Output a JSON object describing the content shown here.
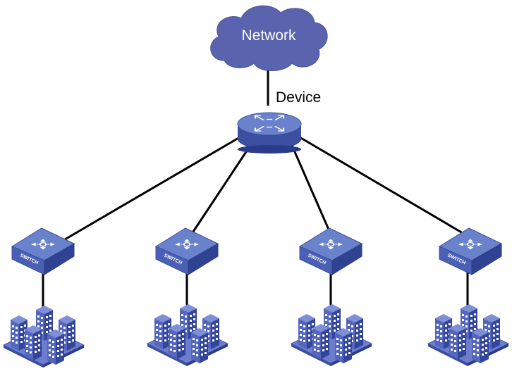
{
  "network": {
    "label": "Network"
  },
  "device": {
    "label": "Device"
  },
  "switches": [
    {
      "label": "SWITCH"
    },
    {
      "label": "SWITCH"
    },
    {
      "label": "SWITCH"
    },
    {
      "label": "SWITCH"
    }
  ],
  "colors": {
    "cloud": "#5a63ad",
    "switch_top": "#5f78c6",
    "switch_side": "#3a4fa0",
    "building": "#5868c2",
    "building_dark": "#3446a0",
    "line": "#000000"
  },
  "icons": {
    "cloud": "network-cloud-icon",
    "core": "core-router-icon",
    "switch": "switch-icon",
    "campus": "buildings-icon"
  }
}
